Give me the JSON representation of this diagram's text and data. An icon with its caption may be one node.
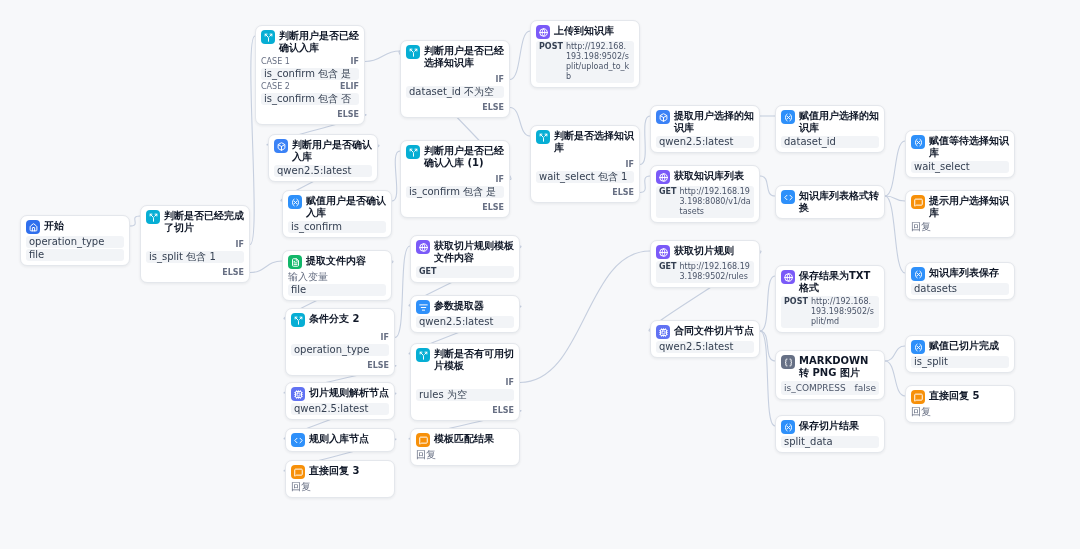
{
  "diagram": {
    "nodes": [
      {
        "text": [
          "开始",
          "operation_type",
          "file"
        ]
      },
      {
        "text": [
          "判断是否已经完成了切片",
          "IF",
          "is_split 包含 1",
          "ELSE"
        ]
      },
      {
        "text": [
          "判断用户是否已经确认入库",
          "CASE 1",
          "IF",
          "is_confirm 包含 是",
          "CASE 2",
          "ELIF",
          "is_confirm 包含 否",
          "ELSE"
        ]
      },
      {
        "text": [
          "判断用户是否确认入库",
          "qwen2.5:latest"
        ]
      },
      {
        "text": [
          "赋值用户是否确认入库",
          "is_confirm"
        ]
      },
      {
        "text": [
          "判断用户是否已经确认入库 (1)",
          "IF",
          "is_confirm 包含 是",
          "ELSE"
        ]
      },
      {
        "text": [
          "判断用户是否已经选择知识库",
          "IF",
          "dataset_id 不为空",
          "ELSE"
        ]
      },
      {
        "text": [
          "上传到知识库",
          "POST",
          "http://192.168.193.198:9502/split/upload_to_kb"
        ]
      },
      {
        "text": [
          "判断是否选择知识库",
          "IF",
          "wait_select 包含 1",
          "ELSE"
        ]
      },
      {
        "text": [
          "提取用户选择的知识库",
          "qwen2.5:latest"
        ]
      },
      {
        "text": [
          "赋值用户选择的知识库",
          "dataset_id"
        ]
      },
      {
        "text": [
          "获取知识库列表",
          "GET",
          "http://192.168.193.198:8080/v1/datasets"
        ]
      },
      {
        "text": [
          "知识库列表格式转换"
        ]
      },
      {
        "text": [
          "赋值等待选择知识库",
          "wait_select"
        ]
      },
      {
        "text": [
          "提示用户选择知识库",
          "回复"
        ]
      },
      {
        "text": [
          "知识库列表保存",
          "datasets"
        ]
      },
      {
        "text": [
          "提取文件内容",
          "输入变量",
          "file"
        ]
      },
      {
        "text": [
          "条件分支 2",
          "IF",
          "operation_type",
          "ELSE"
        ]
      },
      {
        "text": [
          "切片规则解析节点",
          "qwen2.5:latest"
        ]
      },
      {
        "text": [
          "规则入库节点"
        ]
      },
      {
        "text": [
          "直接回复 3",
          "回复"
        ]
      },
      {
        "text": [
          "获取切片规则模板文件内容",
          "GET"
        ]
      },
      {
        "text": [
          "参数提取器",
          "qwen2.5:latest"
        ]
      },
      {
        "text": [
          "判断是否有可用切片模板",
          "IF",
          "rules 为空",
          "ELSE"
        ]
      },
      {
        "text": [
          "模板匹配结果",
          "回复"
        ]
      },
      {
        "text": [
          "获取切片规则",
          "GET",
          "http://192.168.193.198:9502/rules"
        ]
      },
      {
        "text": [
          "合同文件切片节点",
          "qwen2.5:latest"
        ]
      },
      {
        "text": [
          "保存结果为TXT格式",
          "POST",
          "http://192.168.193.198:9502/split/md"
        ]
      },
      {
        "text": [
          "MARKDOWN 转 PNG 图片",
          "is_COMPRESS",
          "false"
        ]
      },
      {
        "text": [
          "赋值已切片完成",
          "is_split"
        ]
      },
      {
        "text": [
          "直接回复 5",
          "回复"
        ]
      },
      {
        "text": [
          "保存切片结果",
          "split_data"
        ]
      }
    ],
    "edges": [
      {
        "from": 0,
        "to": 1,
        "arrow": "none"
      },
      {
        "from": 1,
        "to": 2,
        "arrow": "none"
      },
      {
        "from": 1,
        "to": 16,
        "arrow": "none"
      },
      {
        "from": 2,
        "to": 6,
        "arrow": "none"
      },
      {
        "from": 2,
        "to": 3,
        "arrow": "none"
      },
      {
        "from": 3,
        "to": 4,
        "arrow": "none"
      },
      {
        "from": 4,
        "to": 5,
        "arrow": "none"
      },
      {
        "from": 5,
        "to": 6,
        "arrow": "none"
      },
      {
        "from": 6,
        "to": 7,
        "arrow": "none"
      },
      {
        "from": 6,
        "to": 8,
        "arrow": "none"
      },
      {
        "from": 8,
        "to": 9,
        "arrow": "none"
      },
      {
        "from": 8,
        "to": 11,
        "arrow": "none"
      },
      {
        "from": 9,
        "to": 10,
        "arrow": "none"
      },
      {
        "from": 11,
        "to": 12,
        "arrow": "none"
      },
      {
        "from": 12,
        "to": 13,
        "arrow": "none"
      },
      {
        "from": 12,
        "to": 14,
        "arrow": "none"
      },
      {
        "from": 12,
        "to": 15,
        "arrow": "none"
      },
      {
        "from": 16,
        "to": 17,
        "arrow": "none"
      },
      {
        "from": 17,
        "to": 21,
        "arrow": "none"
      },
      {
        "from": 17,
        "to": 18,
        "arrow": "none"
      },
      {
        "from": 18,
        "to": 19,
        "arrow": "none"
      },
      {
        "from": 19,
        "to": 20,
        "arrow": "none"
      },
      {
        "from": 21,
        "to": 22,
        "arrow": "none"
      },
      {
        "from": 22,
        "to": 23,
        "arrow": "none"
      },
      {
        "from": 23,
        "to": 25,
        "arrow": "none"
      },
      {
        "from": 23,
        "to": 24,
        "arrow": "none"
      },
      {
        "from": 25,
        "to": 26,
        "arrow": "none"
      },
      {
        "from": 26,
        "to": 27,
        "arrow": "none"
      },
      {
        "from": 26,
        "to": 28,
        "arrow": "none"
      },
      {
        "from": 26,
        "to": 31,
        "arrow": "none"
      },
      {
        "from": 28,
        "to": 29,
        "arrow": "none"
      },
      {
        "from": 28,
        "to": 30,
        "arrow": "none"
      }
    ]
  }
}
